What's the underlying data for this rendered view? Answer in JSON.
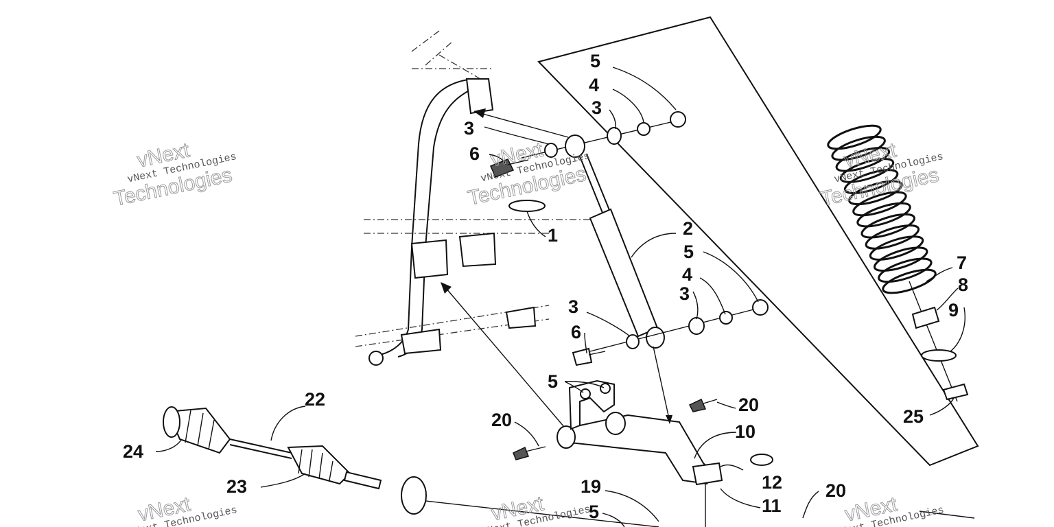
{
  "callouts": {
    "c5a": "5",
    "c4a": "4",
    "c3a": "3",
    "c3b": "3",
    "c6a": "6",
    "c1": "1",
    "c2": "2",
    "c5b": "5",
    "c4b": "4",
    "c3c": "3",
    "c3d": "3",
    "c6b": "6",
    "c5c": "5",
    "c20a": "20",
    "c20b": "20",
    "c10": "10",
    "c22": "22",
    "c24": "24",
    "c23": "23",
    "c19": "19",
    "c5d": "5",
    "c12": "12",
    "c11": "11",
    "c20c": "20",
    "c7": "7",
    "c8": "8",
    "c9": "9",
    "c25": "25"
  },
  "watermarks": {
    "small": "vNext Technologies",
    "big_top": "vNext",
    "big_bottom": "Technologies"
  }
}
